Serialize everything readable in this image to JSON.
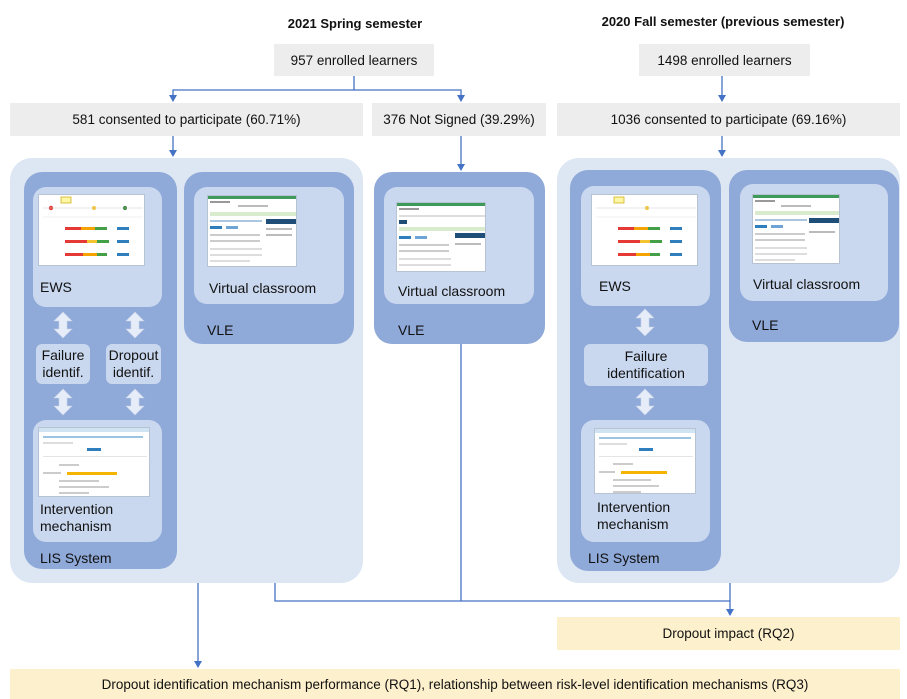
{
  "spring": {
    "title": "2021 Spring semester",
    "enrolled": "957 enrolled learners",
    "consented": "581 consented to participate (60.71%)",
    "not_signed": "376 Not Signed (39.29%)",
    "lis": {
      "ews_label": "EWS",
      "failure_label": "Failure identif.",
      "dropout_label": "Dropout identif.",
      "intervention_label": "Intervention mechanism",
      "system_label": "LIS System"
    },
    "vle_consented": {
      "classroom_label": "Virtual classroom",
      "vle_label": "VLE"
    },
    "vle_not_signed": {
      "classroom_label": "Virtual classroom",
      "vle_label": "VLE"
    }
  },
  "fall": {
    "title": "2020 Fall semester (previous semester)",
    "enrolled": "1498 enrolled learners",
    "consented": "1036 consented to participate (69.16%)",
    "lis": {
      "ews_label": "EWS",
      "failure_label": "Failure identification",
      "intervention_label": "Intervention mechanism",
      "system_label": "LIS System"
    },
    "vle": {
      "classroom_label": "Virtual classroom",
      "vle_label": "VLE"
    }
  },
  "outcomes": {
    "dropout_impact": "Dropout impact (RQ2)",
    "performance": "Dropout identification mechanism performance (RQ1), relationship between risk-level identification mechanisms (RQ3)"
  },
  "colors": {
    "arrow": "#4472c4",
    "outer_panel": "#dde6f3",
    "lis_panel": "#8fa9d8",
    "inner_panel": "#c9d8ef",
    "grey_box": "#ededed",
    "yellow_box": "#fdf0cc",
    "double_arrow": "#e6edf8"
  }
}
